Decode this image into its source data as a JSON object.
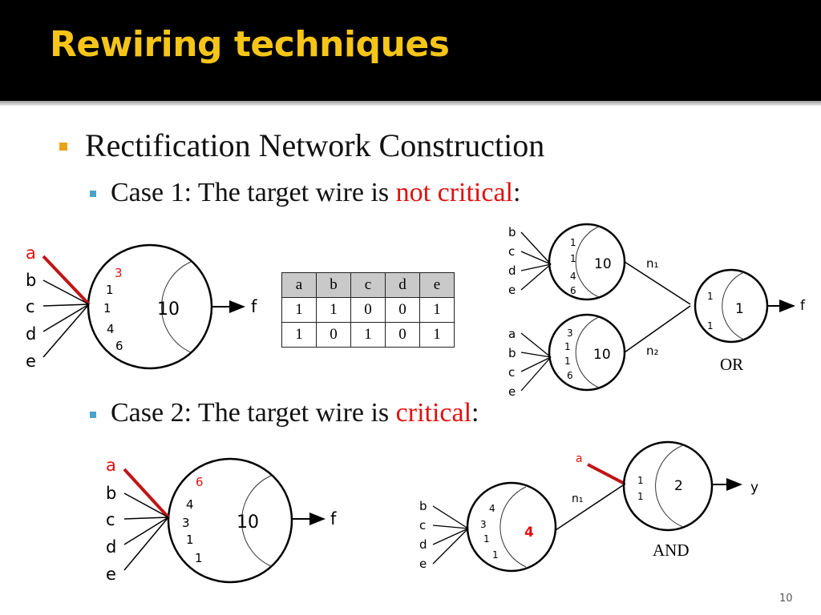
{
  "title": "Rewiring techniques",
  "bullet1": "Rectification Network Construction",
  "case1": {
    "prefix": "Case 1: The target wire is ",
    "highlight": "not critical",
    "suffix": ":"
  },
  "case2": {
    "prefix": "Case 2: The target wire is ",
    "highlight": "critical",
    "suffix": ":"
  },
  "table": {
    "headers": [
      "a",
      "b",
      "c",
      "d",
      "e"
    ],
    "rows": [
      [
        "1",
        "1",
        "0",
        "0",
        "1"
      ],
      [
        "1",
        "0",
        "1",
        "0",
        "1"
      ]
    ]
  },
  "diagram1": {
    "inputs": [
      "a",
      "b",
      "c",
      "d",
      "e"
    ],
    "weights": [
      "3",
      "1",
      "1",
      "4",
      "6"
    ],
    "threshold": "10",
    "output": "f"
  },
  "or_network": {
    "top_inputs": [
      "b",
      "c",
      "d",
      "e"
    ],
    "top_weights": [
      "1",
      "1",
      "4",
      "6"
    ],
    "top_threshold": "10",
    "top_out": "n₁",
    "bottom_inputs": [
      "a",
      "b",
      "c",
      "e"
    ],
    "bottom_weights": [
      "3",
      "1",
      "1",
      "6"
    ],
    "bottom_threshold": "10",
    "bottom_out": "n₂",
    "gate_weights": [
      "1",
      "1"
    ],
    "gate_threshold": "1",
    "gate_output": "f",
    "gate_label": "OR"
  },
  "diagram2": {
    "inputs": [
      "a",
      "b",
      "c",
      "d",
      "e"
    ],
    "weights": [
      "6",
      "4",
      "3",
      "1",
      "1"
    ],
    "threshold": "10",
    "output": "f"
  },
  "and_network": {
    "left_inputs": [
      "b",
      "c",
      "d",
      "e"
    ],
    "left_weights": [
      "4",
      "3",
      "1",
      "1"
    ],
    "left_threshold": "4",
    "left_out": "n₁",
    "side_input": "a",
    "gate_weights": [
      "1",
      "1"
    ],
    "gate_threshold": "2",
    "gate_output": "y",
    "gate_label": "AND"
  },
  "page_number": "10",
  "colors": {
    "title": "#f5c518",
    "critical": "#e01010",
    "bullet1": "#e8a317",
    "bullet2": "#4aa3c8"
  }
}
